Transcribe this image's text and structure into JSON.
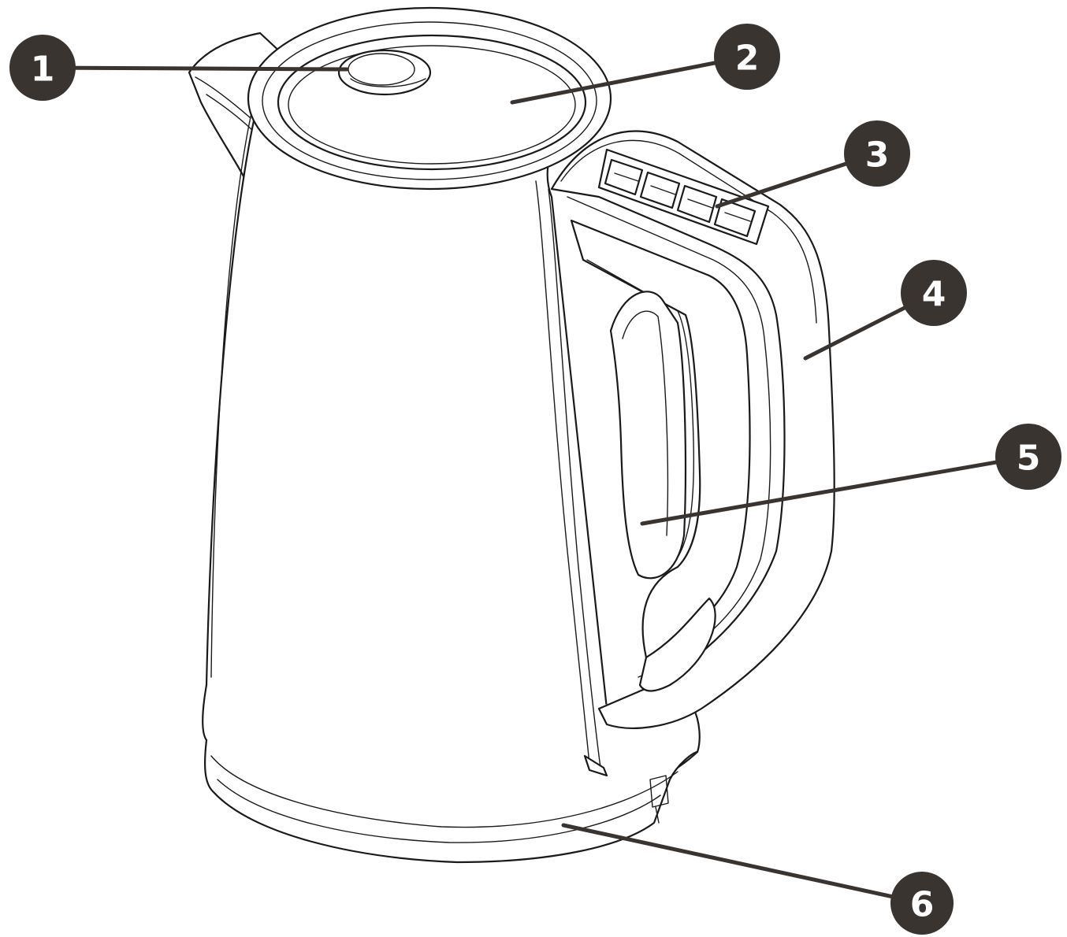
{
  "callouts": [
    {
      "id": "1",
      "label": "1"
    },
    {
      "id": "2",
      "label": "2"
    },
    {
      "id": "3",
      "label": "3"
    },
    {
      "id": "4",
      "label": "4"
    },
    {
      "id": "5",
      "label": "5"
    },
    {
      "id": "6",
      "label": "6"
    }
  ],
  "colors": {
    "callout_fill": "#3a3431",
    "callout_text": "#ffffff",
    "line_art": "#1a1a1a",
    "background": "#ffffff"
  }
}
